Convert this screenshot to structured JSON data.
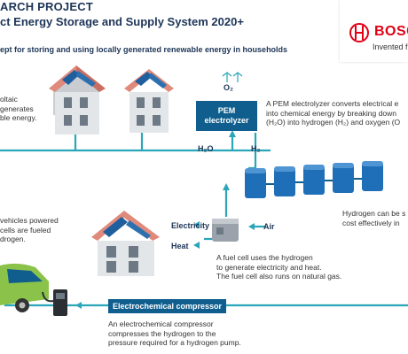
{
  "header": {
    "line1": "ARCH PROJECT",
    "line2": "ct Energy Storage and Supply System 2020+",
    "line3": "ept for storing and using locally generated renewable energy in households"
  },
  "logo": {
    "name": "BOSC",
    "tagline": "Invented f"
  },
  "pem": {
    "label_line1": "PEM",
    "label_line2": "electrolyzer",
    "o2": "O₂",
    "h2o": "H₂O",
    "h2": "H₂",
    "description": [
      "A PEM electrolyzer converts electrical e",
      "into chemical energy by breaking down",
      "(H₂O) into hydrogen (H₂) and oxygen (O"
    ]
  },
  "photovoltaic": [
    "oltaic",
    "generates",
    "ble energy."
  ],
  "storage": [
    "Hydrogen can be s",
    "cost effectively in"
  ],
  "vehicles": [
    "vehicles powered",
    "cells are fueled",
    "drogen."
  ],
  "fuel_cell": {
    "air": "Air",
    "electricity": "Electricity",
    "heat": "Heat",
    "description": [
      "A fuel cell uses the hydrogen",
      "to generate electricity and heat.",
      "The fuel cell also runs on natural gas."
    ]
  },
  "compressor": {
    "label": "Electrochemical compressor",
    "description": [
      "An electrochemical compressor",
      "compresses the hydrogen to the",
      "pressure required for a hydrogen pump."
    ]
  },
  "colors": {
    "pipe": "#2aa6b8",
    "box": "#0f5e8d",
    "brand_red": "#e20015",
    "roof": "#e08a7c",
    "panel": "#1f5f9e"
  }
}
